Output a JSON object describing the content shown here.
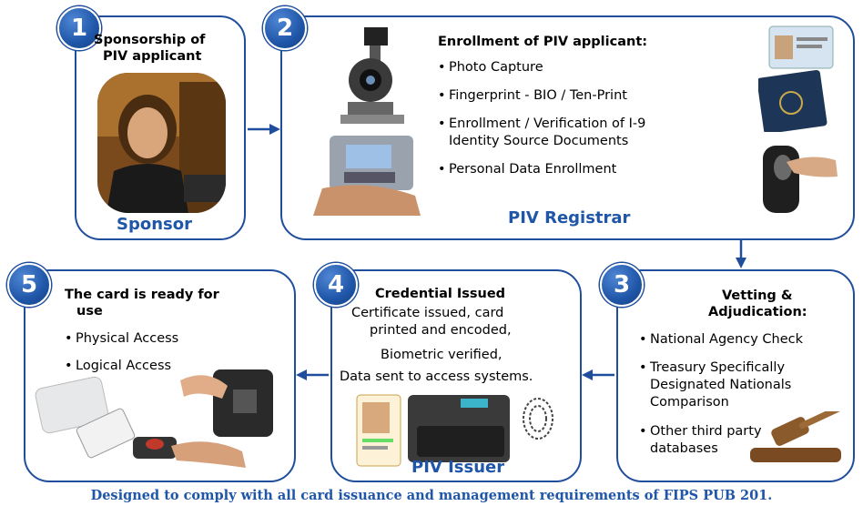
{
  "steps": [
    {
      "num": "1",
      "title": "Sponsorship of PIV applicant",
      "title_l1": "Sponsorship of",
      "title_l2": "PIV applicant",
      "role": "Sponsor"
    },
    {
      "num": "2",
      "title": "Enrollment of PIV applicant:",
      "role": "PIV Registrar",
      "items": [
        "Photo Capture",
        "Fingerprint - BIO / Ten-Print",
        "Enrollment / Verification of I-9 Identity Source Documents",
        "Personal Data Enrollment"
      ]
    },
    {
      "num": "3",
      "title_l1": "Vetting &",
      "title_l2": "Adjudication:",
      "items": [
        "National Agency Check",
        "Treasury  Specifically Designated Nationals Comparison",
        "Other third party databases"
      ]
    },
    {
      "num": "4",
      "title": "Credential Issued",
      "role": "PIV Issuer",
      "lines": [
        "Certificate issued, card",
        "printed and encoded,",
        "Biometric verified,",
        "Data sent to access systems."
      ]
    },
    {
      "num": "5",
      "title_l1": "The card is ready for",
      "title_l2": "use",
      "items": [
        "Physical Access",
        "Logical Access"
      ]
    }
  ],
  "footer": "Designed to comply with all card issuance and management requirements of FIPS PUB 201.",
  "colors": {
    "accent": "#1f4e9c",
    "label": "#1f56a8"
  }
}
